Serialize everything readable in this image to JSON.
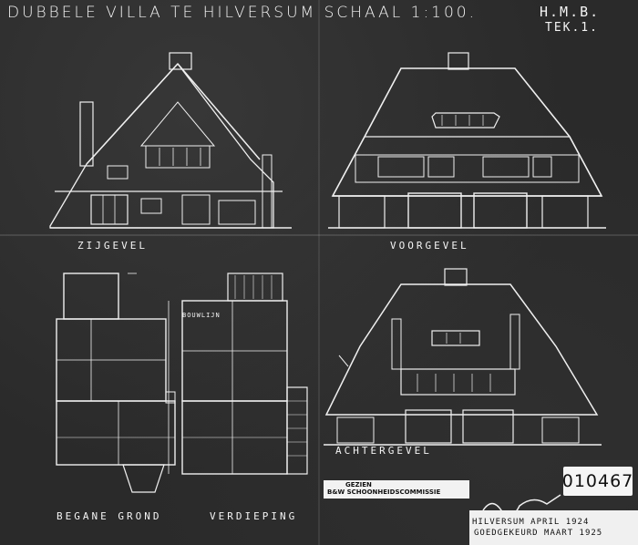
{
  "drawing": {
    "title": "DUBBELE VILLA TE HILVERSUM SCHAAL 1:100.",
    "sheet_code": "H.M.B.",
    "sheet_number": "TEK.1.",
    "labels": {
      "side_elevation": "ZIJGEVEL",
      "front_elevation": "VOORGEVEL",
      "rear_elevation": "ACHTERGEVEL",
      "ground_floor": "BEGANE GROND",
      "upper_floor": "VERDIEPING",
      "building_line": "BOUWLIJN"
    },
    "stamps": {
      "archive_number": "010467",
      "approval_line1": "GEZIEN",
      "approval_line2": "B&W SCHOONHEIDSCOMMISSIE",
      "place_date": "HILVERSUM APRIL 1924",
      "place_date2": "GOEDGEKEURD MAART 1925"
    }
  }
}
